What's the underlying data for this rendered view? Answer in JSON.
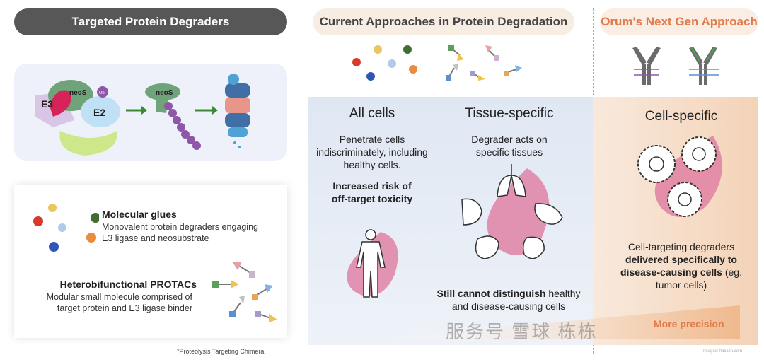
{
  "left": {
    "title": "Targeted Protein Degraders",
    "mechanism": {
      "e3": "E3",
      "neos": "neoS",
      "ub": "Ub",
      "e2": "E2"
    },
    "glues": {
      "title": "Molecular glues",
      "desc_line1": "Monovalent protein degraders  engaging",
      "desc_line2": "E3 ligase and neosubstrate"
    },
    "protacs": {
      "title": "Heterobifunctional PROTACs",
      "desc_line1": "Modular small molecule comprised of",
      "desc_line2": "target protein and E3 ligase binder"
    },
    "footnote": "*Proteolysis Targeting Chimera"
  },
  "middle": {
    "title": "Current Approaches in Protein Degradation",
    "all_cells": {
      "title": "All cells",
      "desc1": "Penetrate cells",
      "desc2": "indiscriminately, including",
      "desc3": "healthy cells.",
      "risk1": "Increased risk of",
      "risk2": "off-target toxicity"
    },
    "tissue": {
      "title": "Tissue-specific",
      "desc1": "Degrader acts on",
      "desc2": "specific tissues",
      "bold": "Still cannot distinguish",
      "rest1": " healthy",
      "rest2": "and disease-causing cells"
    }
  },
  "right": {
    "title": "Orum's Next Gen Approach",
    "cell": {
      "title": "Cell-specific",
      "l1": "Cell-targeting degraders",
      "l2": "delivered specifically to",
      "l3b": "disease-causing cells",
      "l3": " (eg.",
      "l4": "tumor cells)"
    },
    "precision": "More precision",
    "credit": "Images: flaticon.com"
  },
  "watermark": "服务号 雪球 栋栋",
  "colors": {
    "accent": "#e07a4a",
    "dark_pill": "#555555",
    "blue_panel": "#dfe7f3",
    "orange_panel": "#f6dcc5"
  }
}
